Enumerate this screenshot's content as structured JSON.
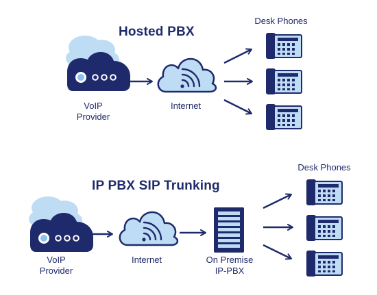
{
  "hosted": {
    "title": "Hosted PBX",
    "provider_label": "VoIP\nProvider",
    "internet_label": "Internet",
    "phones_label": "Desk Phones"
  },
  "sip": {
    "title": "IP PBX SIP Trunking",
    "provider_label": "VoIP\nProvider",
    "internet_label": "Internet",
    "pbx_label": "On Premise\nIP-PBX",
    "phones_label": "Desk Phones"
  },
  "colors": {
    "navy": "#1e2a6b",
    "light_blue": "#bfdcf5",
    "mid_blue": "#8ec2ee",
    "white": "#ffffff"
  }
}
